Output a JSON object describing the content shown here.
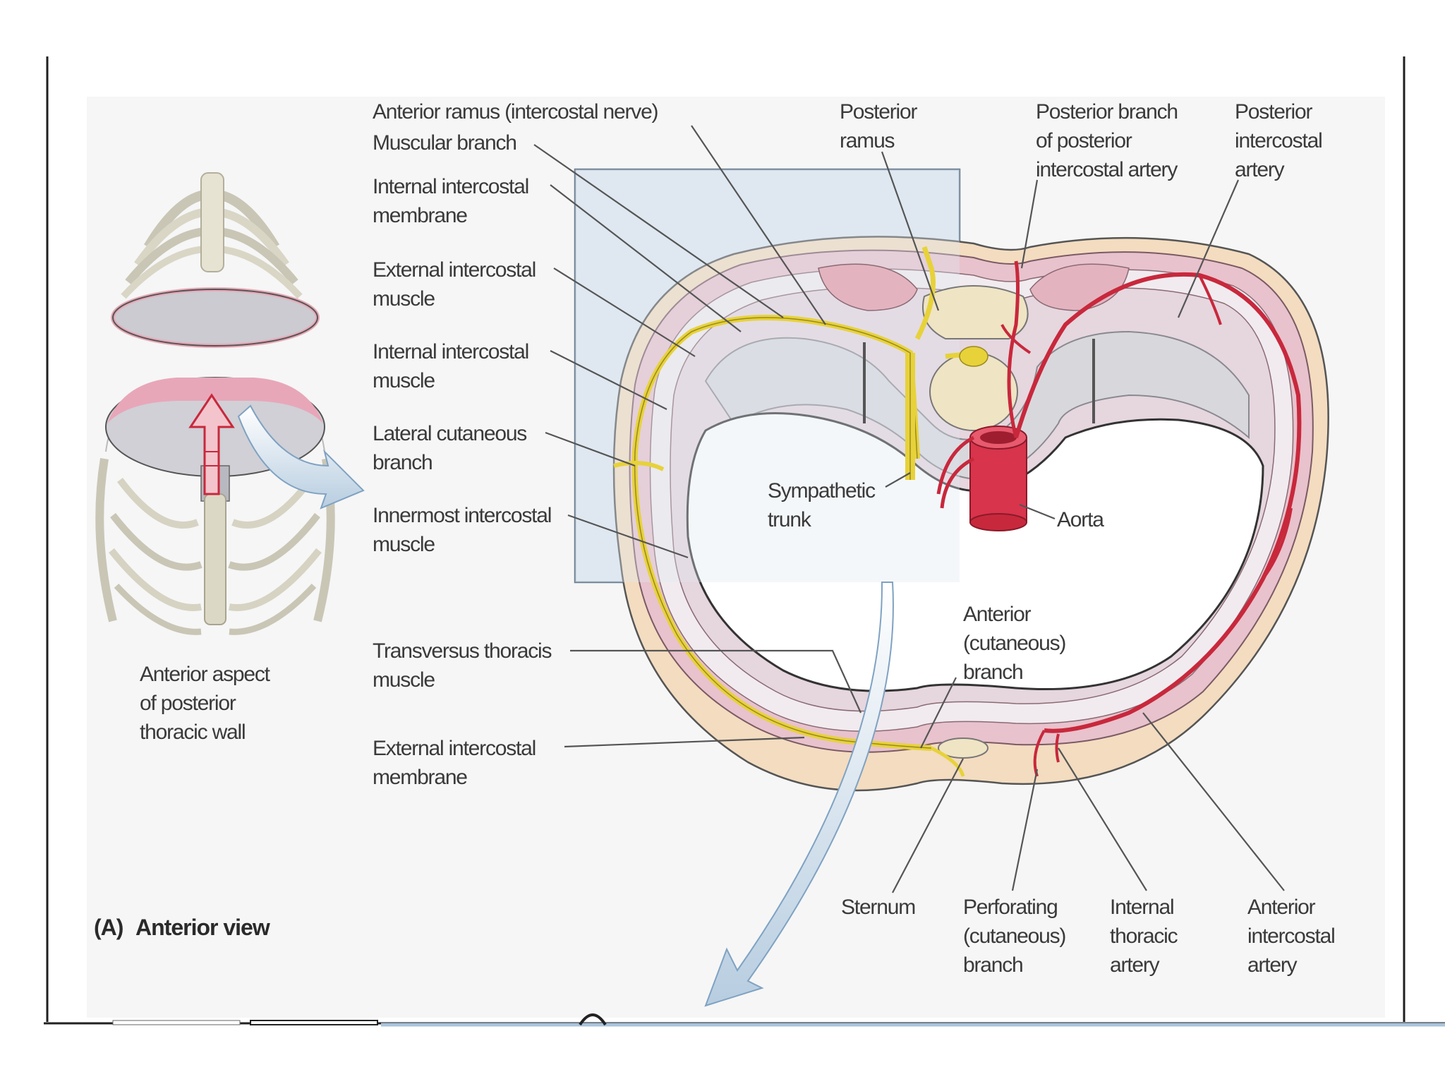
{
  "figure_label": "(A)",
  "view_title": "Anterior view",
  "inset_caption": [
    "Anterior aspect",
    "of posterior",
    "thoracic wall"
  ],
  "labels": {
    "anterior_ramus": [
      "Anterior ramus (intercostal nerve)"
    ],
    "muscular_branch": [
      "Muscular branch"
    ],
    "internal_intercostal_membrane": [
      "Internal intercostal",
      "membrane"
    ],
    "external_intercostal_muscle": [
      "External intercostal",
      "muscle"
    ],
    "internal_intercostal_muscle": [
      "Internal intercostal",
      "muscle"
    ],
    "lateral_cutaneous_branch": [
      "Lateral cutaneous",
      "branch"
    ],
    "innermost_intercostal_muscle": [
      "Innermost intercostal",
      "muscle"
    ],
    "transversus_thoracis_muscle": [
      "Transversus thoracis",
      "muscle"
    ],
    "external_intercostal_membrane": [
      "External intercostal",
      "membrane"
    ],
    "posterior_ramus": [
      "Posterior",
      "ramus"
    ],
    "posterior_branch_artery": [
      "Posterior branch",
      "of posterior",
      "intercostal artery"
    ],
    "posterior_intercostal_artery": [
      "Posterior",
      "intercostal",
      "artery"
    ],
    "sympathetic_trunk": [
      "Sympathetic",
      "trunk"
    ],
    "aorta": [
      "Aorta"
    ],
    "anterior_cutaneous_branch": [
      "Anterior",
      "(cutaneous)",
      "branch"
    ],
    "sternum": [
      "Sternum"
    ],
    "perforating_branch": [
      "Perforating",
      "(cutaneous)",
      "branch"
    ],
    "internal_thoracic_artery": [
      "Internal",
      "thoracic",
      "artery"
    ],
    "anterior_intercostal_artery": [
      "Anterior",
      "intercostal",
      "artery"
    ]
  },
  "colors": {
    "nerve": "#e7d23a",
    "artery": "#c8283c",
    "skin": "#f3dcc0",
    "muscle_pink": "#e3b4c0",
    "panel": "#f6f6f6",
    "box": "#dfe8f2"
  }
}
